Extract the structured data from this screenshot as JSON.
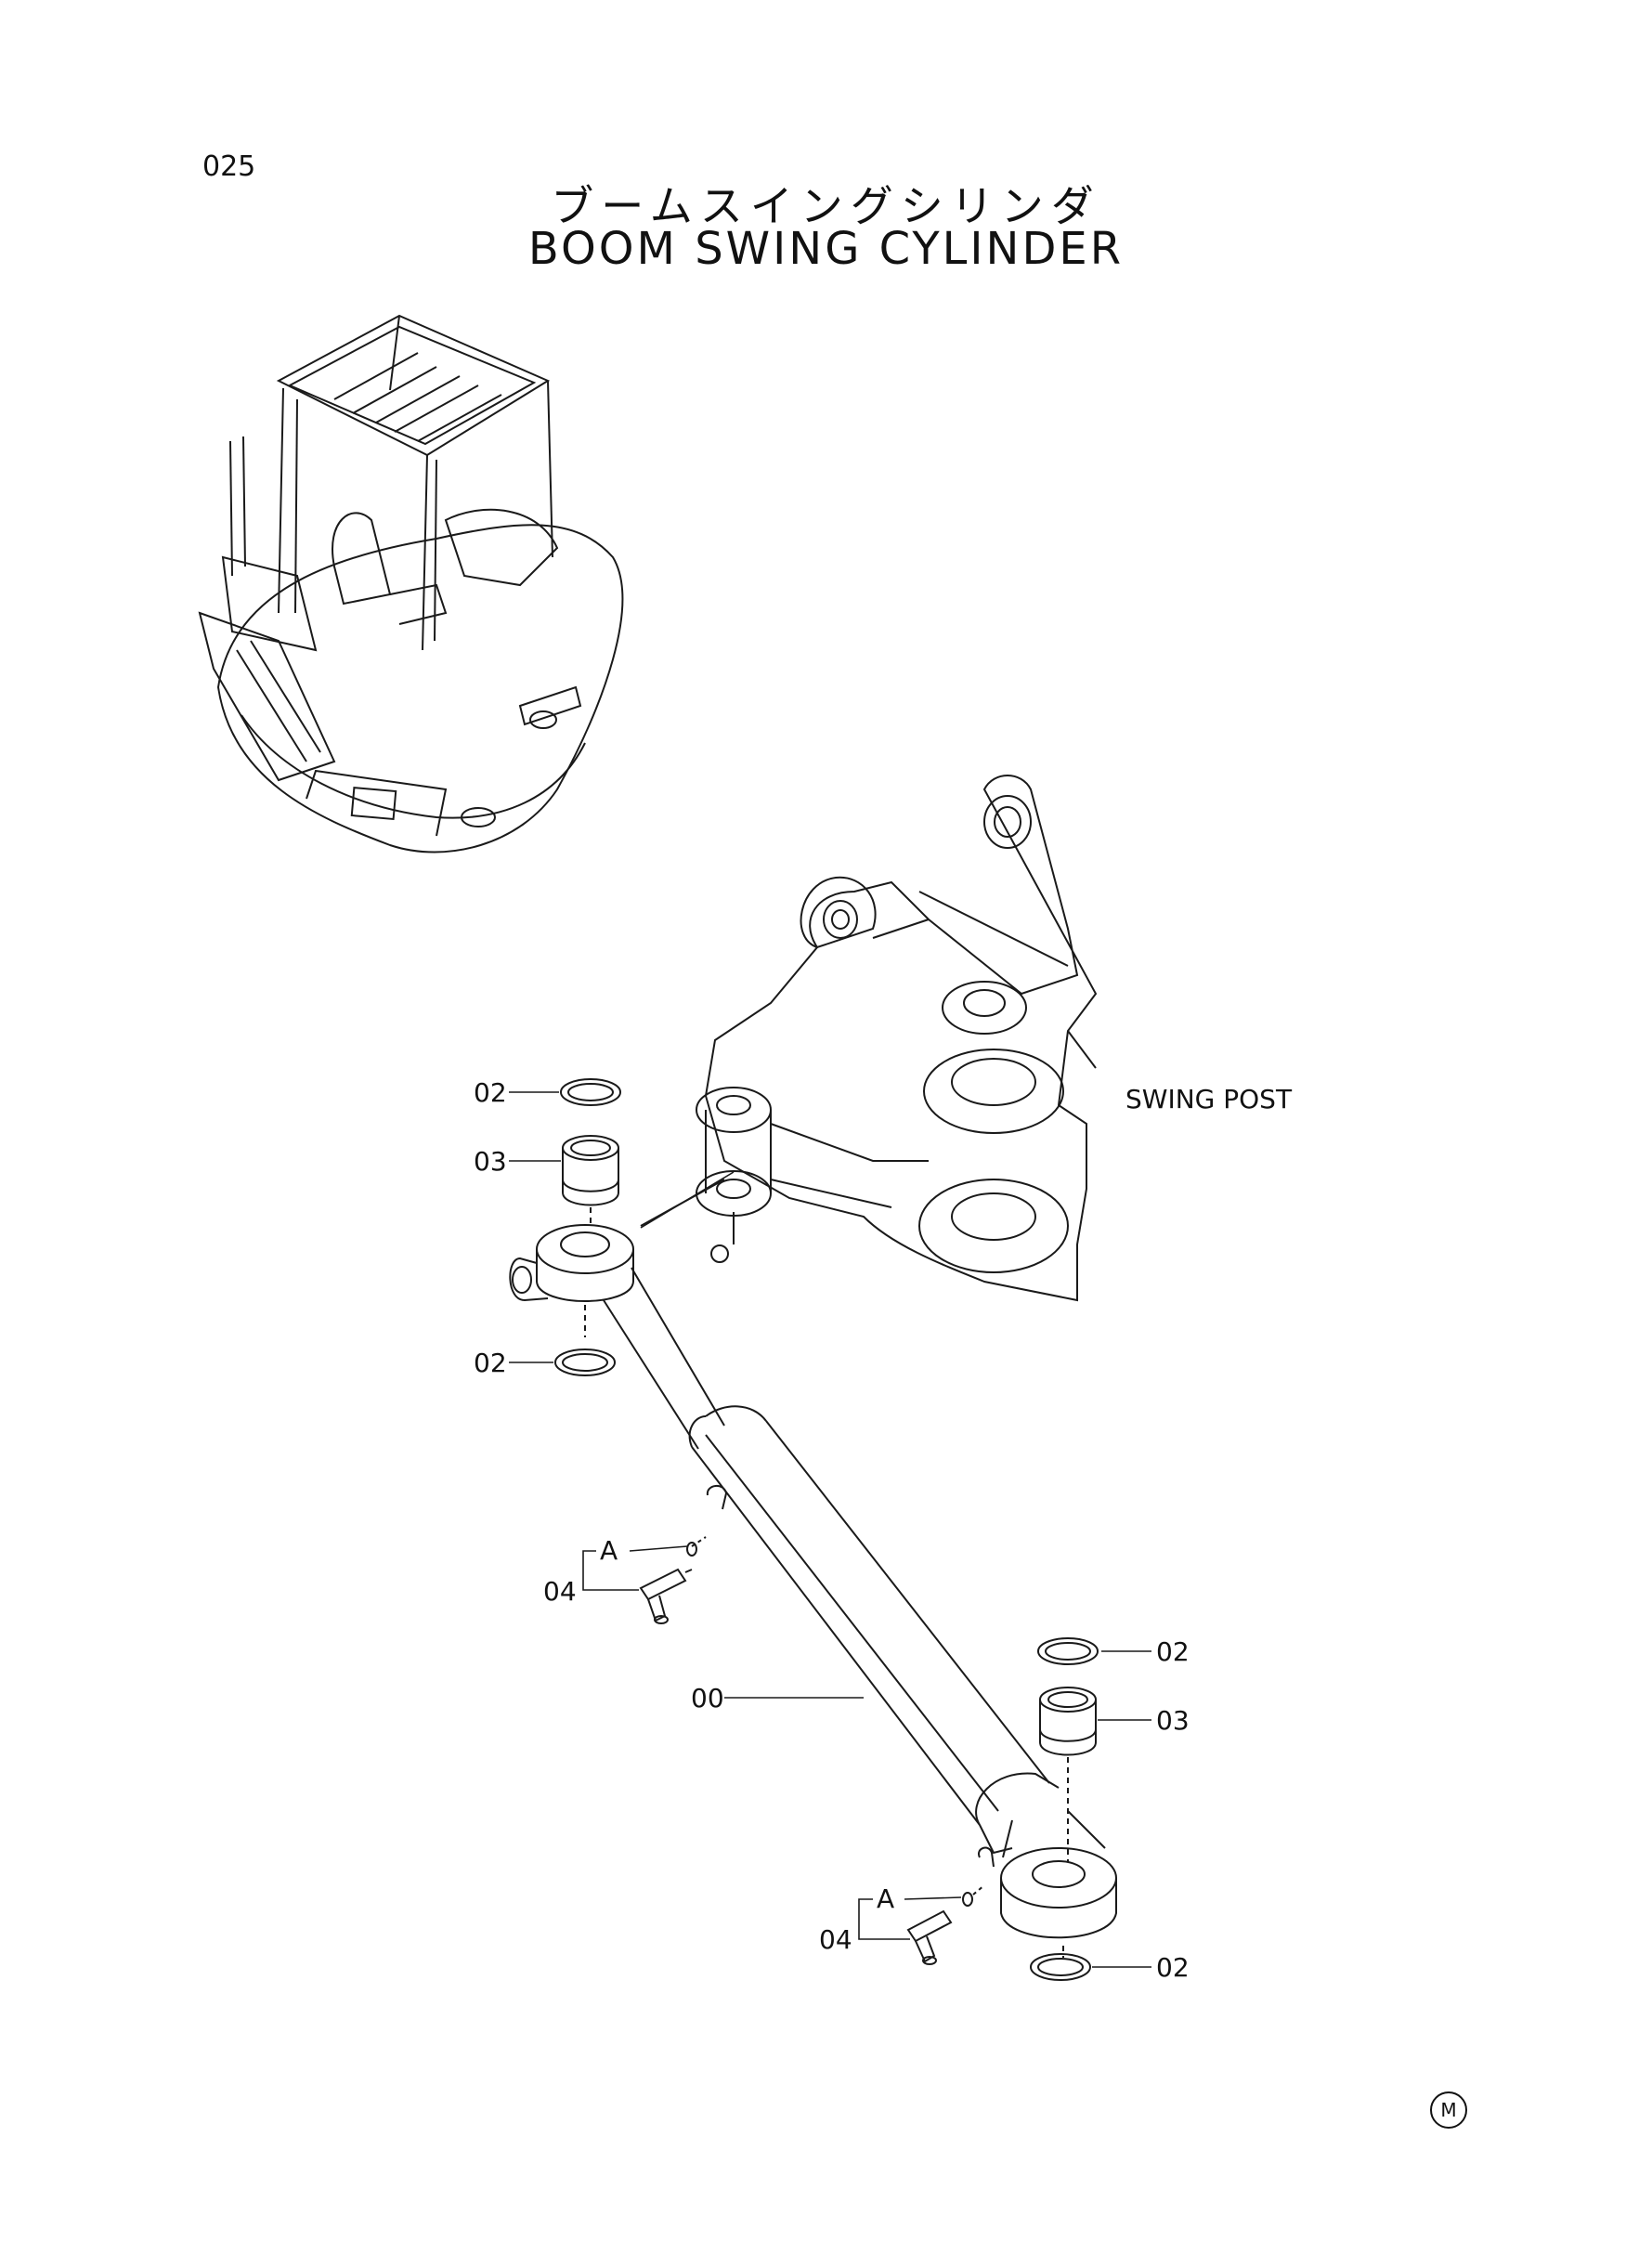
{
  "page": {
    "number": "025",
    "title_jp": "ブームスイングシリンダ",
    "title_en": "BOOM SWING CYLINDER",
    "mark": "M"
  },
  "labels": {
    "swing_post": "SWING POST",
    "upper_seal": "02",
    "upper_bushing": "03",
    "upper_lower_seal": "02",
    "upper_grease": "04",
    "upper_detail_a": "A",
    "cylinder": "00",
    "lower_top_seal": "02",
    "lower_bushing": "03",
    "lower_bottom_seal": "02",
    "lower_grease": "04",
    "lower_detail_a": "A"
  },
  "colors": {
    "line": "#1a1a1a",
    "background": "#ffffff"
  }
}
